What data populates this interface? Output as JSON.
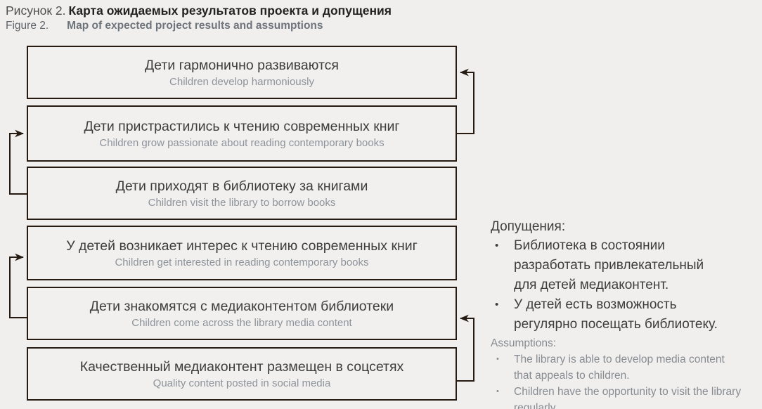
{
  "header": {
    "figure_ru": {
      "label": "Рисунок 2.",
      "title": "Карта ожидаемых результатов проекта и допущения"
    },
    "figure_en": {
      "label": "Figure 2.",
      "title": "Map of expected project results and assumptions"
    }
  },
  "boxes": [
    {
      "ru": "Дети гармонично развиваются",
      "en": "Children develop harmoniously"
    },
    {
      "ru": "Дети пристрастились к чтению современных книг",
      "en": "Children grow passionate about reading contemporary books"
    },
    {
      "ru": "Дети приходят в библиотеку за книгами",
      "en": "Children visit the library to borrow books"
    },
    {
      "ru": "У детей возникает интерес к чтению современных книг",
      "en": "Children get interested in reading contemporary books"
    },
    {
      "ru": "Дети знакомятся с медиаконтентом библиотеки",
      "en": "Children come across the library media content"
    },
    {
      "ru": "Качественный медиаконтент размещен в соцсетях",
      "en": "Quality content posted in social media"
    }
  ],
  "assumptions": {
    "heading_ru": "Допущения:",
    "bullet_ru": "•",
    "items_ru": [
      "Библиотека в состоянии разработать привлекательный для детей медиаконтент.",
      "У детей есть возможность регулярно посещать библиотеку."
    ],
    "heading_en": "Assumptions:",
    "bullet_en": "•",
    "items_en": [
      "The library is able to develop media content that appeals to children.",
      "Children have the opportunity to visit the library regularly."
    ]
  },
  "colors": {
    "background": "#f0efed",
    "box_fill": "#f1f0ee",
    "box_border": "#251b13",
    "arrow": "#251b13",
    "text_ru_dark": "#3d3d3d",
    "text_en_gray": "#8d939a",
    "title_bold": "#222222"
  }
}
